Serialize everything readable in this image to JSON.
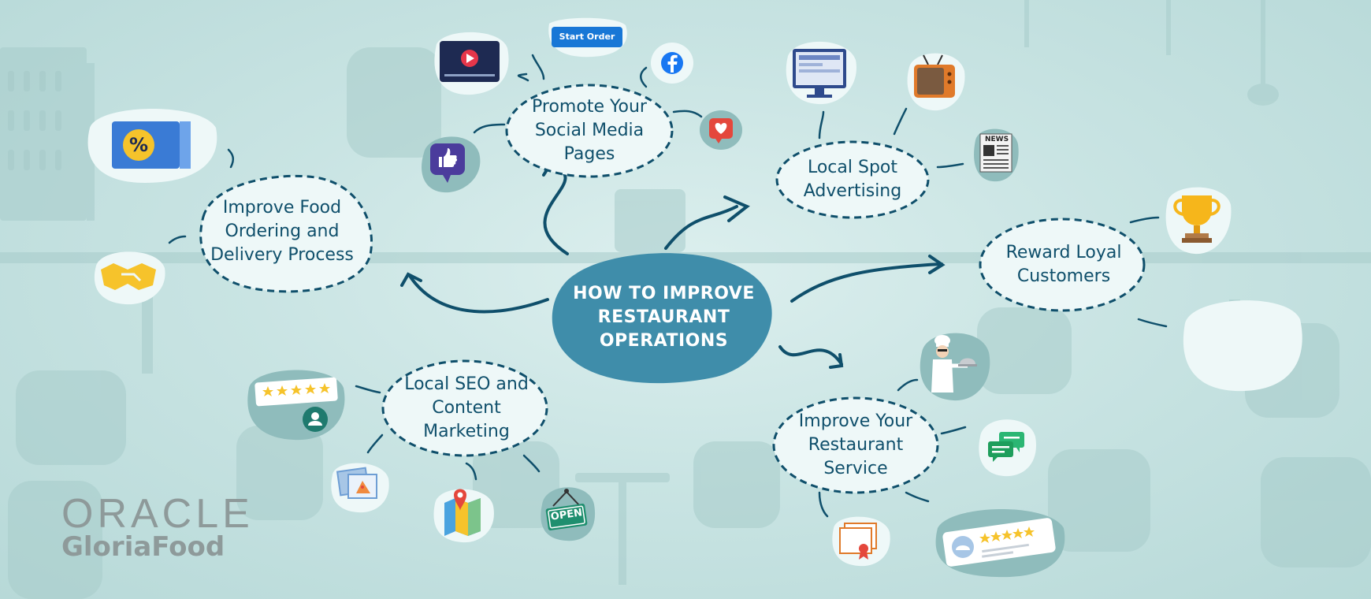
{
  "center": {
    "label": "HOW TO IMPROVE\nRESTAURANT\nOPERATIONS"
  },
  "branches": {
    "social": {
      "label": "Promote Your\nSocial Media\nPages"
    },
    "ordering": {
      "label": "Improve Food\nOrdering and\nDelivery Process"
    },
    "spot": {
      "label": "Local Spot\nAdvertising"
    },
    "loyal": {
      "label": "Reward Loyal\nCustomers"
    },
    "service": {
      "label": "Improve Your\nRestaurant\nService"
    },
    "seo": {
      "label": "Local SEO and\nContent\nMarketing"
    }
  },
  "icons": {
    "start_order_button": "Start Order",
    "news_label": "NEWS",
    "open_sign": "OPEN",
    "discount_symbol": "%"
  },
  "logo": {
    "line1": "ORACLE",
    "line2": "GloriaFood"
  },
  "colors": {
    "center_fill": "#3f8daa",
    "dashed_stroke": "#0f4f6b",
    "arrow": "#0f4f6b",
    "bubble": "#eef8f8",
    "dark_blob": "#8fbcbc",
    "accent_yellow": "#f6c32b",
    "accent_blue": "#3a7bd5"
  }
}
